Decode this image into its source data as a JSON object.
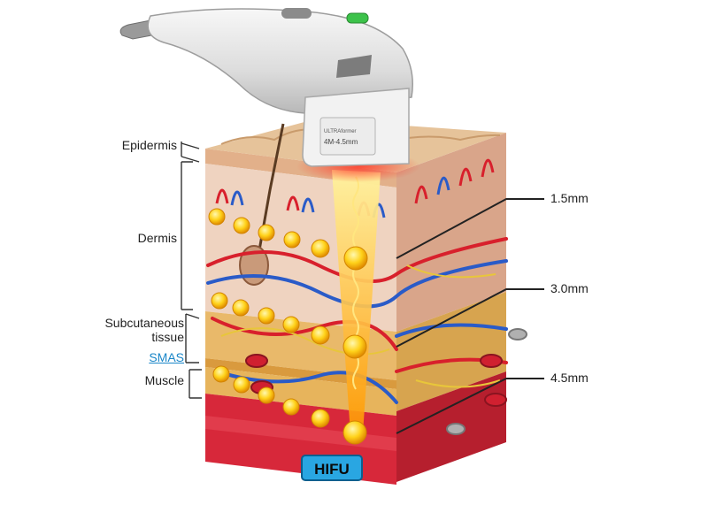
{
  "layers": {
    "epidermis": "Epidermis",
    "dermis": "Dermis",
    "subcutaneous_line1": "Subcutaneous",
    "subcutaneous_line2": "tissue",
    "smas": "SMAS",
    "muscle": "Muscle"
  },
  "depths": [
    "1.5mm",
    "3.0mm",
    "4.5mm"
  ],
  "device": {
    "cartridge_brand": "ULTRAformer",
    "cartridge_spec": "4M-4.5mm"
  },
  "badge": "HIFU",
  "colors": {
    "badge_fill": "#29a6e2",
    "smas_label": "#1a86c8",
    "focal_point": "#ffcc00",
    "energy_beam": "#ffb300",
    "muscle": "#d7283a",
    "fat": "#e8b25c",
    "device_button": "#3cc24a"
  }
}
